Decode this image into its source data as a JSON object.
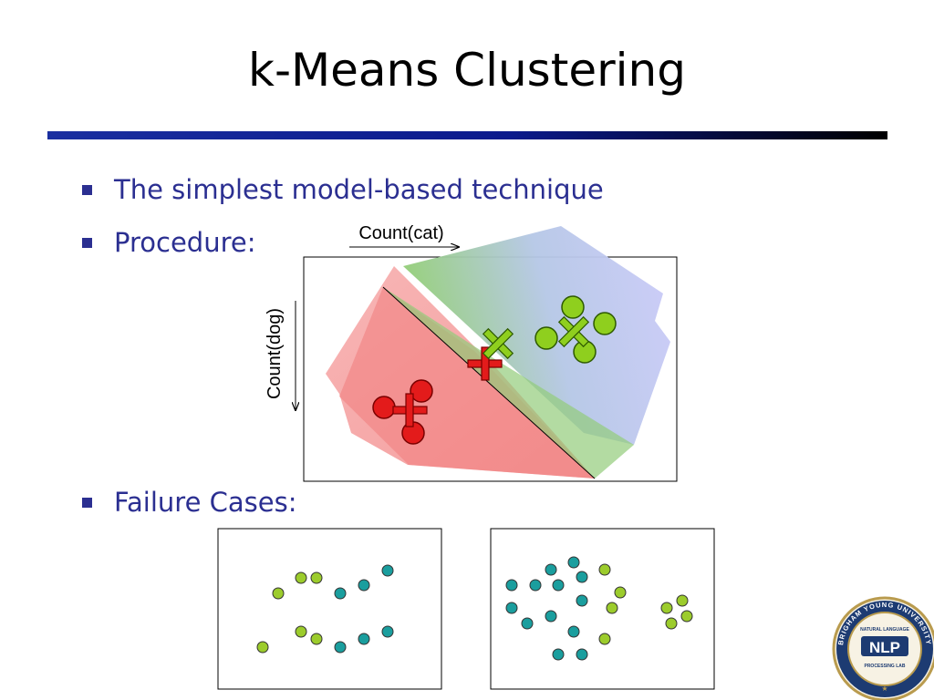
{
  "slide": {
    "title": "k-Means Clustering",
    "bullets": [
      "The simplest model-based technique",
      "Procedure:",
      "Failure Cases:"
    ]
  },
  "diagram": {
    "x_axis_label": "Count(cat)",
    "y_axis_label": "Count(dog)"
  },
  "logo": {
    "ring_text": "BRIGHAM YOUNG UNIVERSITY",
    "top_text": "NATURAL LANGUAGE",
    "center_text": "NLP",
    "bottom_text": "PROCESSING LAB"
  },
  "colors": {
    "title_bar": "#0b1a8c",
    "bullet_text": "#2b2f91",
    "red_cluster": "#e31b1b",
    "green_cluster": "#8fcf1e",
    "teal_point": "#1a9e9e"
  }
}
